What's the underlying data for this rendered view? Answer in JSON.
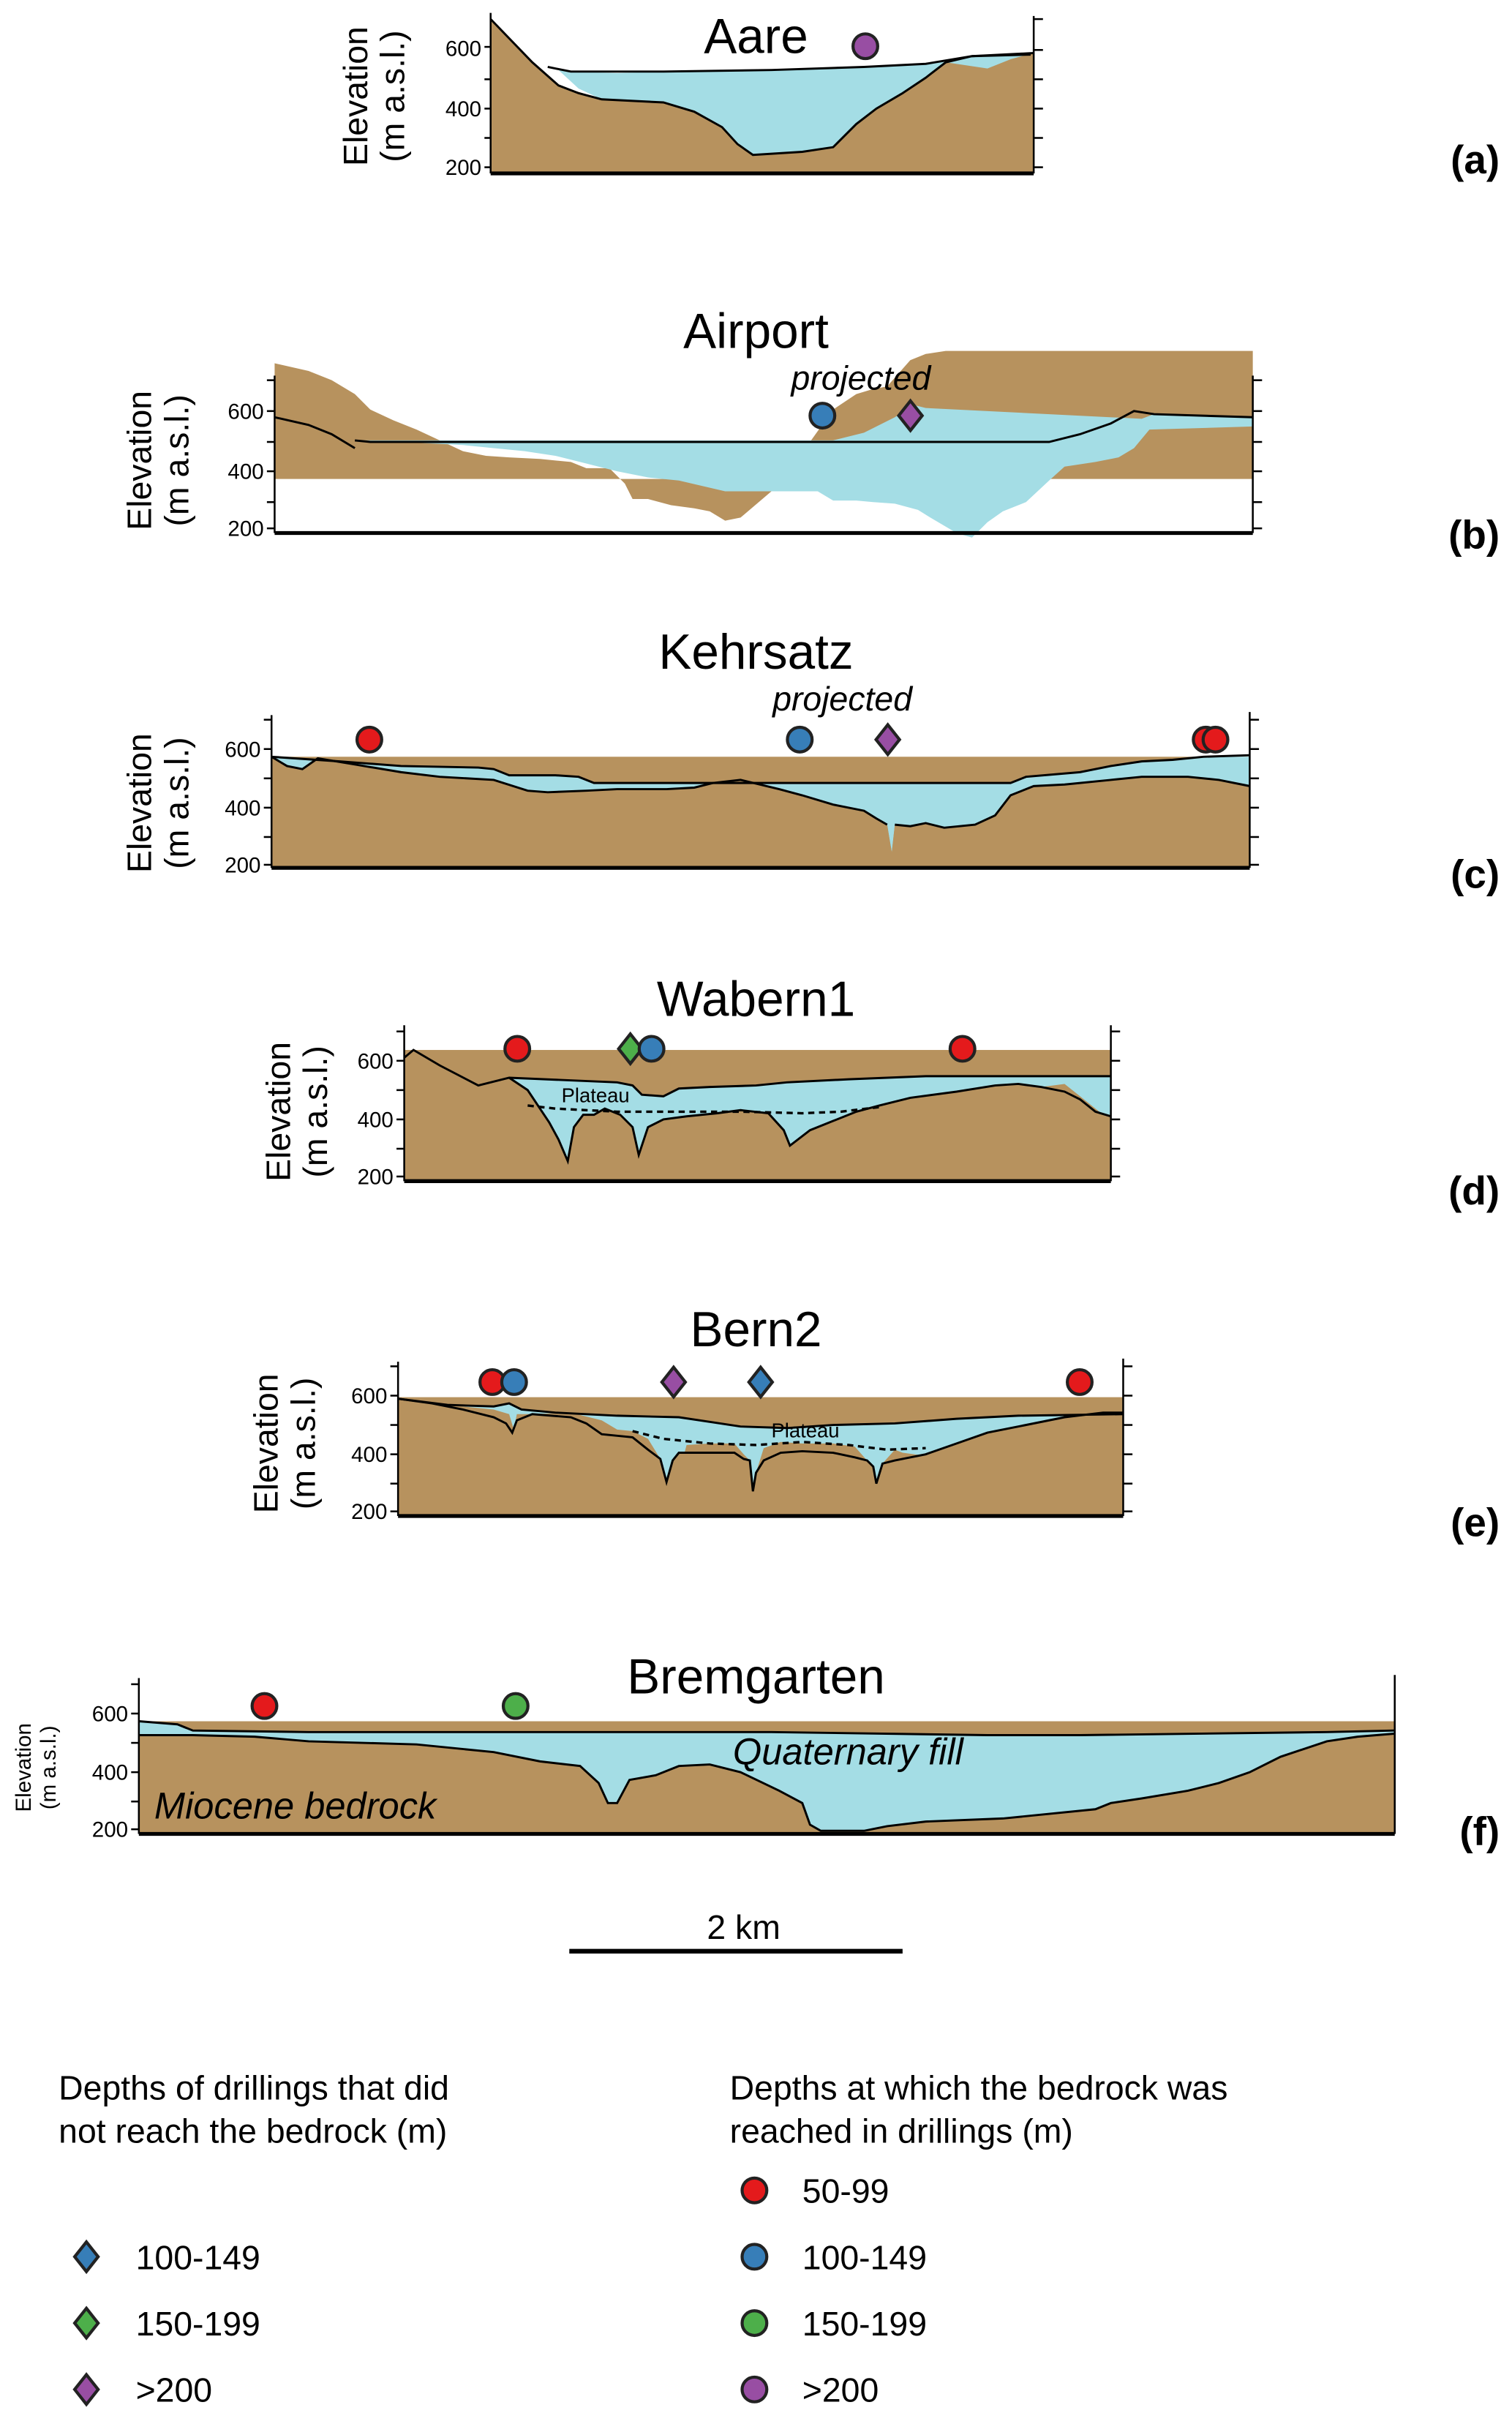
{
  "colors": {
    "bedrock": "#b7925e",
    "quaternary_fill": "#a4dde5",
    "depth_50_99": "#e41a1c",
    "depth_100_149": "#377eb8",
    "depth_150_199": "#4daf4a",
    "depth_gt_200": "#984ea3"
  },
  "chart_data": [
    {
      "type": "area",
      "panel": "(a)",
      "title": "Aare",
      "ylabel": "Elevation (m a.s.l.)",
      "yticks": [
        "200",
        "400",
        "600"
      ],
      "ylim": [
        190,
        720
      ],
      "annotation": "",
      "drillings": [
        {
          "x": 0.69,
          "elev": 610,
          "shape": "circle",
          "class": ">200",
          "reached_bedrock": true
        }
      ]
    },
    {
      "type": "area",
      "panel": "(b)",
      "title": "Airport",
      "ylabel": "Elevation (m a.s.l.)",
      "yticks": [
        "200",
        "400",
        "600"
      ],
      "ylim": [
        190,
        720
      ],
      "annotation": "projected",
      "drillings": [
        {
          "x": 0.56,
          "elev": 585,
          "shape": "circle",
          "class": "100-149",
          "reached_bedrock": true
        },
        {
          "x": 0.65,
          "elev": 585,
          "shape": "diamond",
          "class": ">200",
          "reached_bedrock": false
        }
      ]
    },
    {
      "type": "area",
      "panel": "(c)",
      "title": "Kehrsatz",
      "ylabel": "Elevation (m a.s.l.)",
      "yticks": [
        "200",
        "400",
        "600"
      ],
      "ylim": [
        190,
        720
      ],
      "annotation": "projected",
      "drillings": [
        {
          "x": 0.1,
          "elev": 635,
          "shape": "circle",
          "class": "50-99",
          "reached_bedrock": true
        },
        {
          "x": 0.54,
          "elev": 635,
          "shape": "circle",
          "class": "100-149",
          "reached_bedrock": true
        },
        {
          "x": 0.63,
          "elev": 635,
          "shape": "diamond",
          "class": ">200",
          "reached_bedrock": false
        },
        {
          "x": 0.955,
          "elev": 635,
          "shape": "circle",
          "class": "50-99",
          "reached_bedrock": true
        },
        {
          "x": 0.965,
          "elev": 635,
          "shape": "circle",
          "class": "50-99",
          "reached_bedrock": true
        }
      ]
    },
    {
      "type": "area",
      "panel": "(d)",
      "title": "Wabern1",
      "ylabel": "Elevation (m a.s.l.)",
      "yticks": [
        "200",
        "400",
        "600"
      ],
      "ylim": [
        190,
        720
      ],
      "annotation": "Plateau",
      "drillings": [
        {
          "x": 0.16,
          "elev": 640,
          "shape": "circle",
          "class": "50-99",
          "reached_bedrock": true
        },
        {
          "x": 0.32,
          "elev": 640,
          "shape": "diamond",
          "class": "150-199",
          "reached_bedrock": false
        },
        {
          "x": 0.35,
          "elev": 640,
          "shape": "circle",
          "class": "100-149",
          "reached_bedrock": true
        },
        {
          "x": 0.79,
          "elev": 640,
          "shape": "circle",
          "class": "50-99",
          "reached_bedrock": true
        }
      ]
    },
    {
      "type": "area",
      "panel": "(e)",
      "title": "Bern2",
      "ylabel": "Elevation (m a.s.l.)",
      "yticks": [
        "200",
        "400",
        "600"
      ],
      "ylim": [
        190,
        720
      ],
      "annotation": "Plateau",
      "drillings": [
        {
          "x": 0.13,
          "elev": 650,
          "shape": "circle",
          "class": "50-99",
          "reached_bedrock": true
        },
        {
          "x": 0.16,
          "elev": 650,
          "shape": "circle",
          "class": "100-149",
          "reached_bedrock": true
        },
        {
          "x": 0.38,
          "elev": 650,
          "shape": "diamond",
          "class": ">200",
          "reached_bedrock": false
        },
        {
          "x": 0.5,
          "elev": 650,
          "shape": "diamond",
          "class": "100-149",
          "reached_bedrock": false
        },
        {
          "x": 0.94,
          "elev": 650,
          "shape": "circle",
          "class": "50-99",
          "reached_bedrock": true
        }
      ]
    },
    {
      "type": "area",
      "panel": "(f)",
      "title": "Bremgarten",
      "ylabel": "Elevation (m a.s.l.)",
      "yticks": [
        "200",
        "400",
        "600"
      ],
      "ylim": [
        190,
        720
      ],
      "annotation": "",
      "unit_labels": {
        "fill": "Quaternary fill",
        "bedrock": "Miocene bedrock"
      },
      "drillings": [
        {
          "x": 0.1,
          "elev": 625,
          "shape": "circle",
          "class": "50-99",
          "reached_bedrock": true
        },
        {
          "x": 0.3,
          "elev": 625,
          "shape": "circle",
          "class": "150-199",
          "reached_bedrock": true
        }
      ]
    }
  ],
  "scale_bar": {
    "label": "2 km"
  },
  "legend": {
    "not_reached": {
      "heading_line1": "Depths of drillings that did",
      "heading_line2": "not reach the bedrock (m)",
      "items": [
        {
          "label": "100-149",
          "class": "100-149"
        },
        {
          "label": "150-199",
          "class": "150-199"
        },
        {
          "label": ">200",
          "class": ">200"
        }
      ]
    },
    "reached": {
      "heading_line1": "Depths at which the bedrock was",
      "heading_line2": "reached in drillings (m)",
      "items": [
        {
          "label": "50-99",
          "class": "50-99"
        },
        {
          "label": "100-149",
          "class": "100-149"
        },
        {
          "label": "150-199",
          "class": "150-199"
        },
        {
          "label": ">200",
          "class": ">200"
        }
      ]
    }
  }
}
